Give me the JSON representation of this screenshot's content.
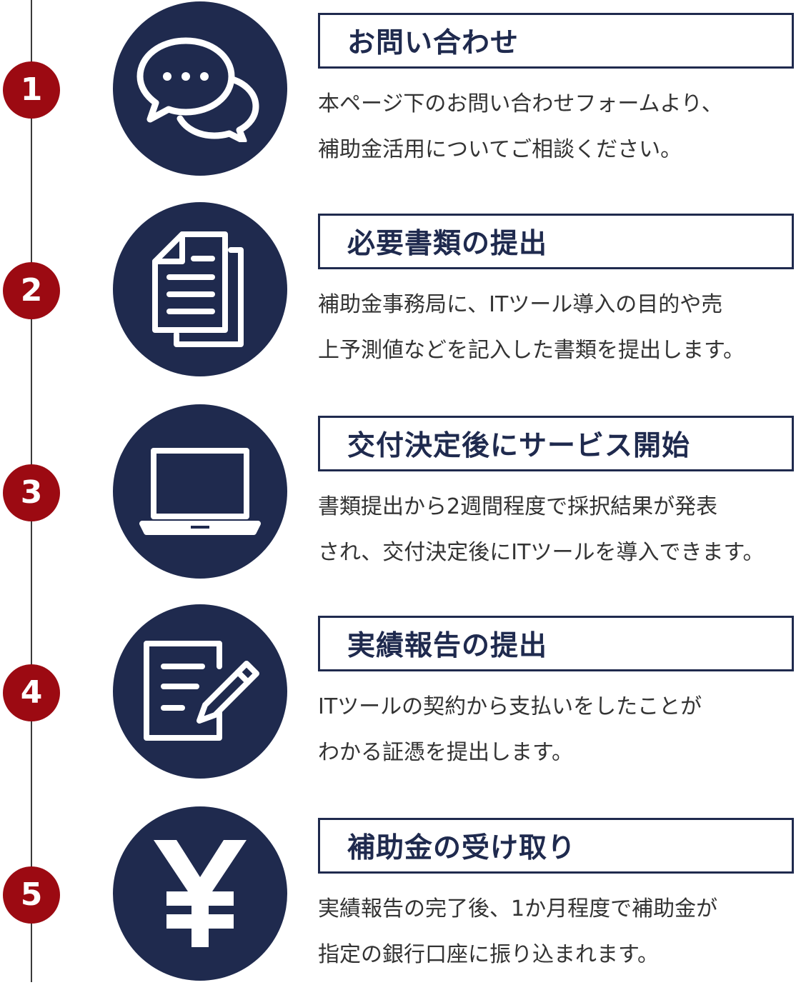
{
  "colors": {
    "accent_red": "#9c0a12",
    "navy": "#1f2a4e",
    "text": "#333333",
    "line": "#3a3a3a"
  },
  "steps": [
    {
      "number": "1",
      "icon": "chat-bubbles-icon",
      "title": "お問い合わせ",
      "lines": [
        "本ページ下のお問い合わせフォームより、",
        "補助金活用についてご相談ください。"
      ]
    },
    {
      "number": "2",
      "icon": "documents-icon",
      "title": "必要書類の提出",
      "lines": [
        "補助金事務局に、ITツール導入の目的や売",
        "上予測値などを記入した書類を提出します。"
      ]
    },
    {
      "number": "3",
      "icon": "laptop-icon",
      "title": "交付決定後にサービス開始",
      "lines": [
        "書類提出から2週間程度で採択結果が発表",
        "され、交付決定後にITツールを導入できます。"
      ]
    },
    {
      "number": "4",
      "icon": "report-edit-icon",
      "title": "実績報告の提出",
      "lines": [
        "ITツールの契約から支払いをしたことが",
        "わかる証憑を提出します。"
      ]
    },
    {
      "number": "5",
      "icon": "yen-icon",
      "title": "補助金の受け取り",
      "lines": [
        "実績報告の完了後、1か月程度で補助金が",
        "指定の銀行口座に振り込まれます。"
      ]
    }
  ]
}
